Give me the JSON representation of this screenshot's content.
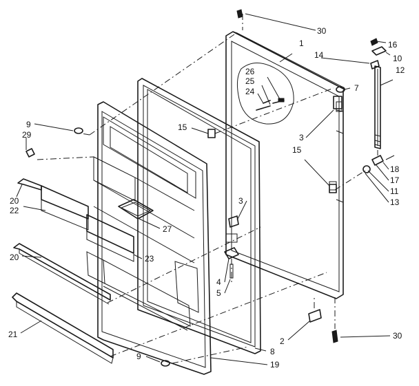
{
  "callouts": [
    {
      "id": "c30a",
      "text": "30"
    },
    {
      "id": "c1",
      "text": "1"
    },
    {
      "id": "c14",
      "text": "14"
    },
    {
      "id": "c16",
      "text": "16"
    },
    {
      "id": "c10",
      "text": "10"
    },
    {
      "id": "c12",
      "text": "12"
    },
    {
      "id": "c26",
      "text": "26"
    },
    {
      "id": "c25",
      "text": "25"
    },
    {
      "id": "c24",
      "text": "24"
    },
    {
      "id": "c7",
      "text": "7"
    },
    {
      "id": "c9a",
      "text": "9"
    },
    {
      "id": "c29",
      "text": "29"
    },
    {
      "id": "c15a",
      "text": "15"
    },
    {
      "id": "c3a",
      "text": "3"
    },
    {
      "id": "c15b",
      "text": "15"
    },
    {
      "id": "c18",
      "text": "18"
    },
    {
      "id": "c17",
      "text": "17"
    },
    {
      "id": "c11",
      "text": "11"
    },
    {
      "id": "c13",
      "text": "13"
    },
    {
      "id": "c3b",
      "text": "3"
    },
    {
      "id": "c20a",
      "text": "20"
    },
    {
      "id": "c22",
      "text": "22"
    },
    {
      "id": "c27",
      "text": "27"
    },
    {
      "id": "c23",
      "text": "23"
    },
    {
      "id": "c20b",
      "text": "20"
    },
    {
      "id": "c4",
      "text": "4"
    },
    {
      "id": "c5",
      "text": "5"
    },
    {
      "id": "c21",
      "text": "21"
    },
    {
      "id": "c2",
      "text": "2"
    },
    {
      "id": "c8",
      "text": "8"
    },
    {
      "id": "c30b",
      "text": "30"
    },
    {
      "id": "c9b",
      "text": "9"
    },
    {
      "id": "c19",
      "text": "19"
    }
  ]
}
